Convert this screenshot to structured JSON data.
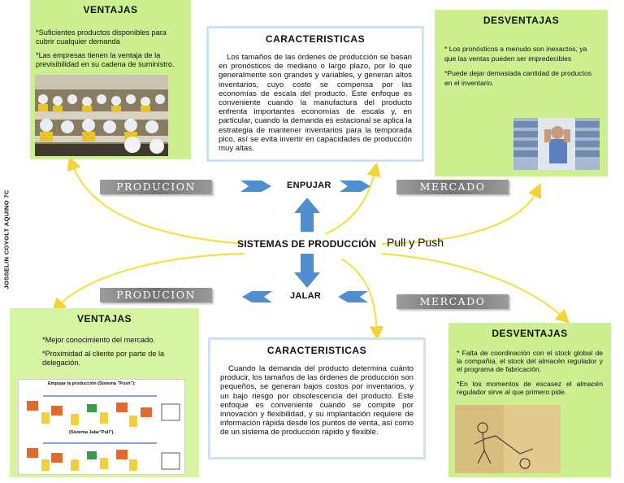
{
  "author": "JOSSELIN COYOLT AQUINO 7C",
  "center": {
    "title": "SISTEMAS DE PRODUCCIÓN",
    "subtitle": "Pull y Push"
  },
  "push": {
    "label": "ENPUJAR",
    "left_banner": "PRODUCION",
    "right_banner": "MERCADO",
    "ventajas": {
      "title": "VENTAJAS",
      "items": [
        "*Suficientes productos disponibles para cubrir cualquier demanda",
        "*Las empresas tienen la ventaja de la previsibilidad en su cadena de suministro."
      ]
    },
    "caracteristicas": {
      "title": "CARACTERISTICAS",
      "text": "Los tamaños de las órdenes de producción se basan en pronósticos de mediano o largo plazo, por lo que generalmente son grandes y variables, y generan altos inventarios, cuyo costo se compensa por las economías de escala del producto. Este enfoque es conveniente cuando la manufactura del producto enfrenta importantes economías de escala y, en particular, cuando la demanda es estacional se aplica la estrategia de mantener inventarios para la temporada pico, así se evita invertir en capacidades de producción muy altas."
    },
    "desventajas": {
      "title": "DESVENTAJAS",
      "items": [
        "* Los pronósticos a menudo son inexactos, ya que las ventas pueden ser impredecibles",
        "*Puede dejar demasiada cantidad de productos en el inventario."
      ]
    }
  },
  "pull": {
    "label": "JALAR",
    "left_banner": "PRODUCION",
    "right_banner": "MERCADO",
    "ventajas": {
      "title": "VENTAJAS",
      "items": [
        "*Mejor conocimiento del mercado.",
        "*Proximidad al cliente por parte de la delegación."
      ],
      "image_labels": {
        "top": "Empujar la producción (Sistema \"Push\"):",
        "bottom": "(Sistema Jalar\"Pull\")."
      }
    },
    "caracteristicas": {
      "title": "CARACTERISTICAS",
      "text": "Cuando la demanda del producto determina cuánto producir, los tamaños de las órdenes de producción son pequeños, se generan bajos costos por inventarios, y un bajo riesgo por obsolescencia del producto. Este enfoque es conveniente cuando se compite por innovación y flexibilidad, y su implantación requiere de información rápida desde los puntos de venta, así como de un sistema de producción rápido y flexible."
    },
    "desventajas": {
      "title": "DESVENTAJAS",
      "items": [
        "* Falta de coordinación con el stock global de la compañía, el stock del almacén regulador y el programa de fabricación.",
        "*En los momentos de escasez el almacén regulador sirve al que primero pide."
      ]
    }
  },
  "colors": {
    "panel_green": "#ccf08f",
    "arrow_blue": "#4f8fd0",
    "connector_yellow": "#f5e04a",
    "banner_gray": "#8a8a8a"
  }
}
